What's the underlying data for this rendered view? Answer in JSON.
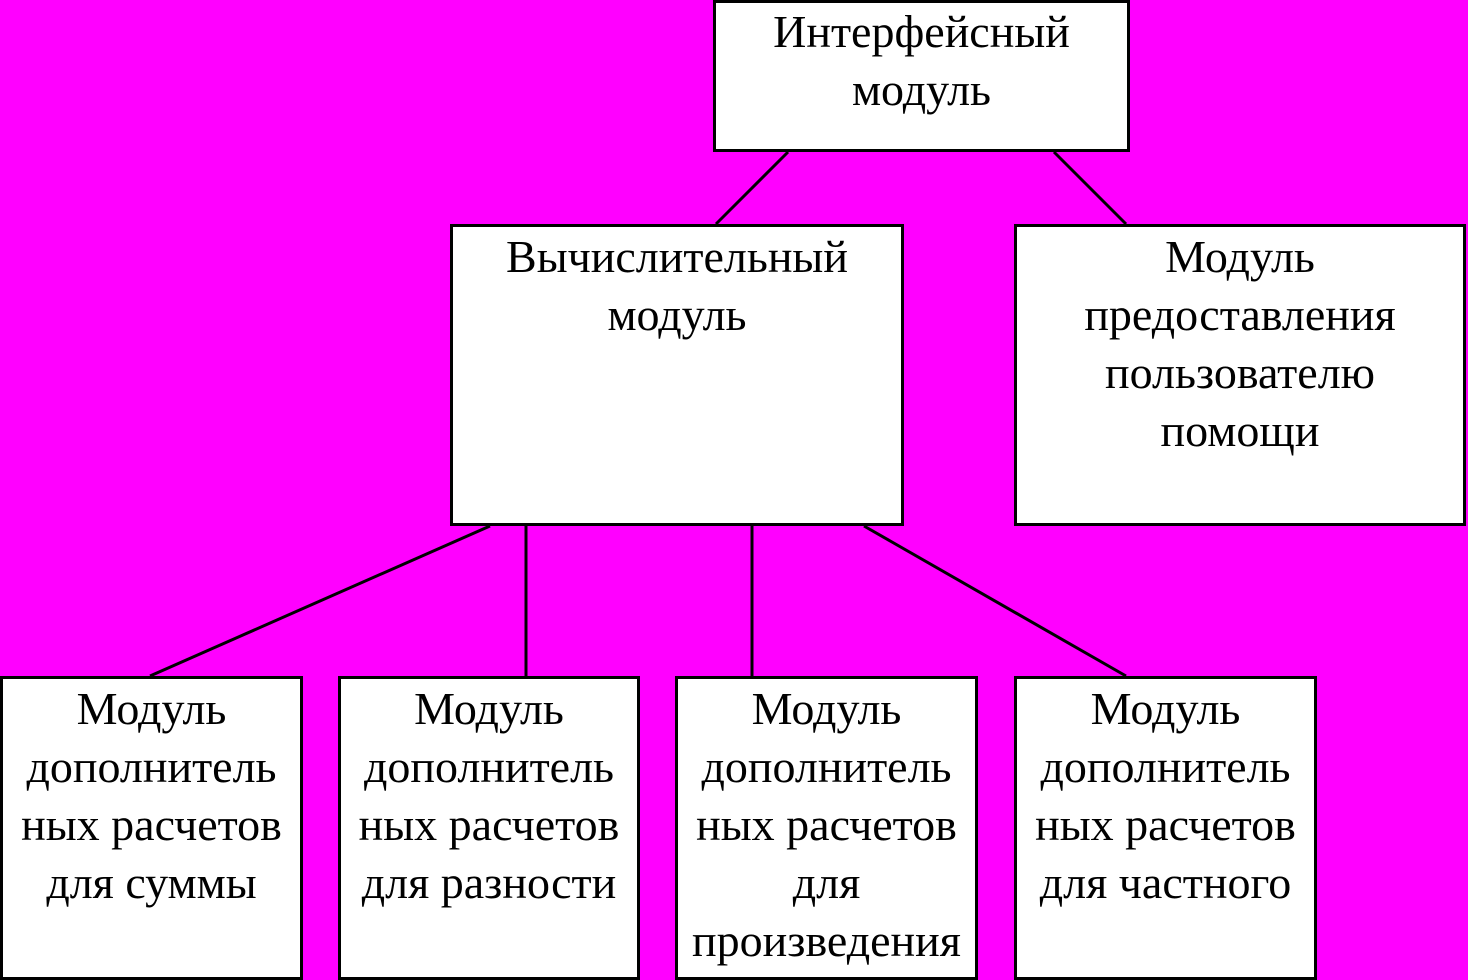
{
  "diagram": {
    "colors": {
      "background": "#ff00ff",
      "box_fill": "#ffffff",
      "stroke": "#000000"
    },
    "nodes": {
      "interface": "Интерфейсный\nмодуль",
      "compute": "Вычислительный\nмодуль",
      "help": "Модуль\nпредоставления\nпользователю\nпомощи",
      "sum": "Модуль\nдополнитель\nных расчетов\nдля суммы",
      "diff": "Модуль\nдополнитель\nных расчетов\nдля разности",
      "prod": "Модуль\nдополнитель\nных расчетов\nдля\nпроизведения",
      "quot": "Модуль\nдополнитель\nных расчетов\nдля частного"
    },
    "edges": [
      [
        "interface",
        "compute"
      ],
      [
        "interface",
        "help"
      ],
      [
        "compute",
        "sum"
      ],
      [
        "compute",
        "diff"
      ],
      [
        "compute",
        "prod"
      ],
      [
        "compute",
        "quot"
      ]
    ]
  }
}
